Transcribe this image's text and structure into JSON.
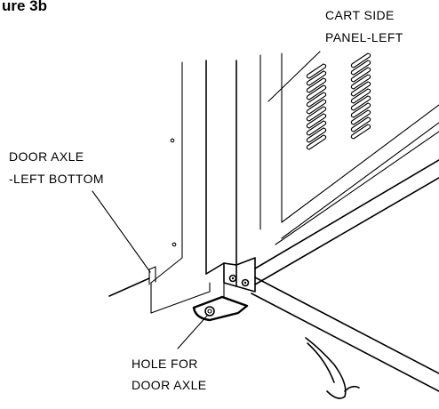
{
  "figure": {
    "title_fragment": "ure 3b"
  },
  "labels": {
    "cart_side_panel": {
      "line1": "CART SIDE",
      "line2": "PANEL-LEFT"
    },
    "door_axle": {
      "line1": "DOOR AXLE",
      "line2": "-LEFT BOTTOM"
    },
    "hole": {
      "line1": "HOLE FOR",
      "line2": "DOOR AXLE"
    }
  }
}
